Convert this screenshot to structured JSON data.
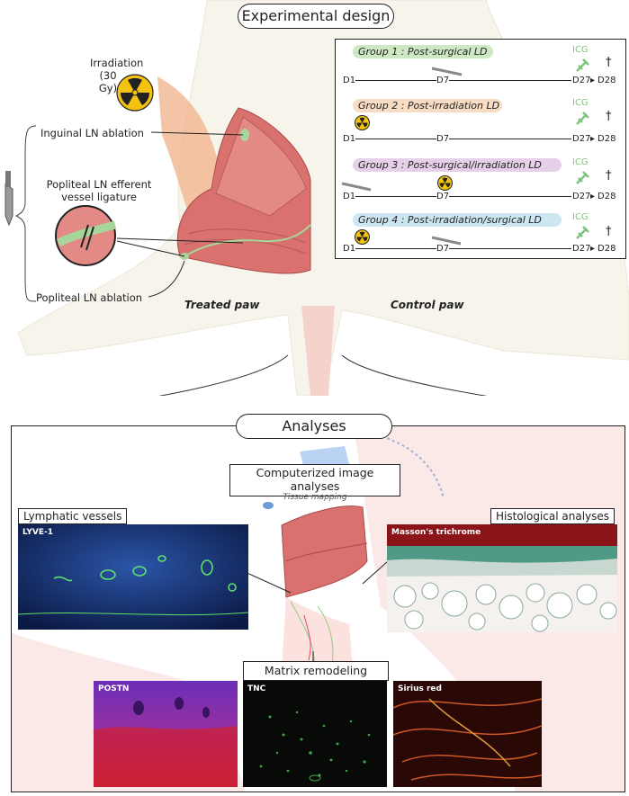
{
  "top": {
    "title": "Experimental design",
    "irradiation": "Irradiation",
    "dose": "(30 Gy)",
    "inguinal": "Inguinal LN ablation",
    "popliteal_efferent_1": "Popliteal LN efferent",
    "popliteal_efferent_2": "vessel ligature",
    "popliteal_ablation": "Popliteal LN ablation",
    "treated_paw": "Treated paw",
    "control_paw": "Control paw"
  },
  "groups": [
    {
      "label": "Group 1 : Post-surgical LD",
      "color": "#cfe8c4"
    },
    {
      "label": "Group 2 : Post-irradiation LD",
      "color": "#f8dcc3"
    },
    {
      "label": "Group 3 : Post-surgical/irradiation LD",
      "color": "#e6cfe8"
    },
    {
      "label": "Group 4 : Post-irradiation/surgical LD",
      "color": "#cde7f2"
    }
  ],
  "timeline": {
    "d1": "D1",
    "d7": "D7",
    "d27": "D27",
    "d28": "D28",
    "icg": "ICG",
    "dagger": "†",
    "arrow": "▸"
  },
  "analyses": {
    "title": "Analyses",
    "computerized": "Computerized image analyses",
    "tissue_mapping": "Tissue mapping",
    "lymphatic": "Lymphatic vessels",
    "lyve1": "LYVE-1",
    "histological": "Histological analyses",
    "masson": "Masson's trichrome",
    "matrix": "Matrix remodeling",
    "postn": "POSTN",
    "tnc": "TNC",
    "sirius": "Sirius red"
  },
  "colors": {
    "accent_green": "#7cc47e",
    "radiation_yellow": "#f4c30f",
    "muscle": "#d9716f"
  }
}
